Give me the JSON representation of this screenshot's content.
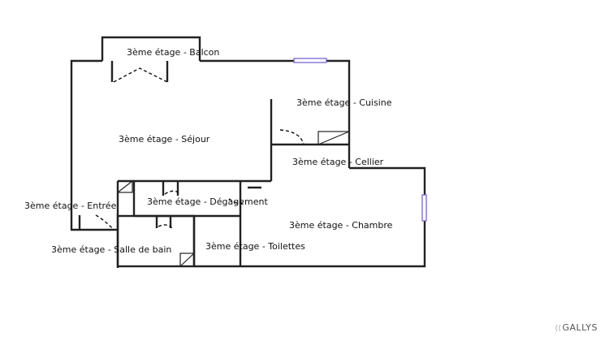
{
  "rooms": {
    "balcon": "3ème étage - Balcon",
    "cuisine": "3ème étage - Cuisine",
    "sejour": "3ème étage - Séjour",
    "cellier": "3ème étage - Cellier",
    "entree": "3ème étage - Entrée",
    "degagement": "3ème étage - Dégagement",
    "chambre": "3ème étage - Chambre",
    "salle_de_bain": "3ème étage - Salle de bain",
    "toilettes": "3ème étage - Toilettes"
  },
  "brand": {
    "icon": "gallys-logo-icon",
    "text": "GALLYS"
  }
}
